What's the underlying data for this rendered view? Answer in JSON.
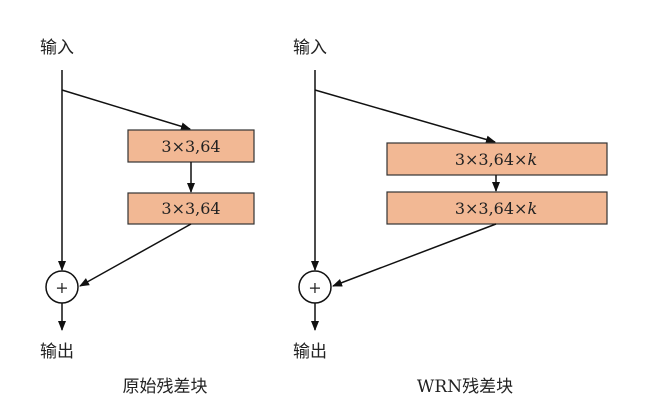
{
  "left": {
    "input_label": "输入",
    "output_label": "输出",
    "box1": "3×3,64",
    "box2": "3×3,64",
    "plus": "+",
    "caption": "原始残差块"
  },
  "right": {
    "input_label": "输入",
    "output_label": "输出",
    "box1_prefix": "3×3,64×",
    "box1_var": "k",
    "box2_prefix": "3×3,64×",
    "box2_var": "k",
    "plus": "+",
    "caption": "WRN残差块"
  },
  "colors": {
    "box_fill": "#f2b894",
    "stroke": "#111111"
  }
}
